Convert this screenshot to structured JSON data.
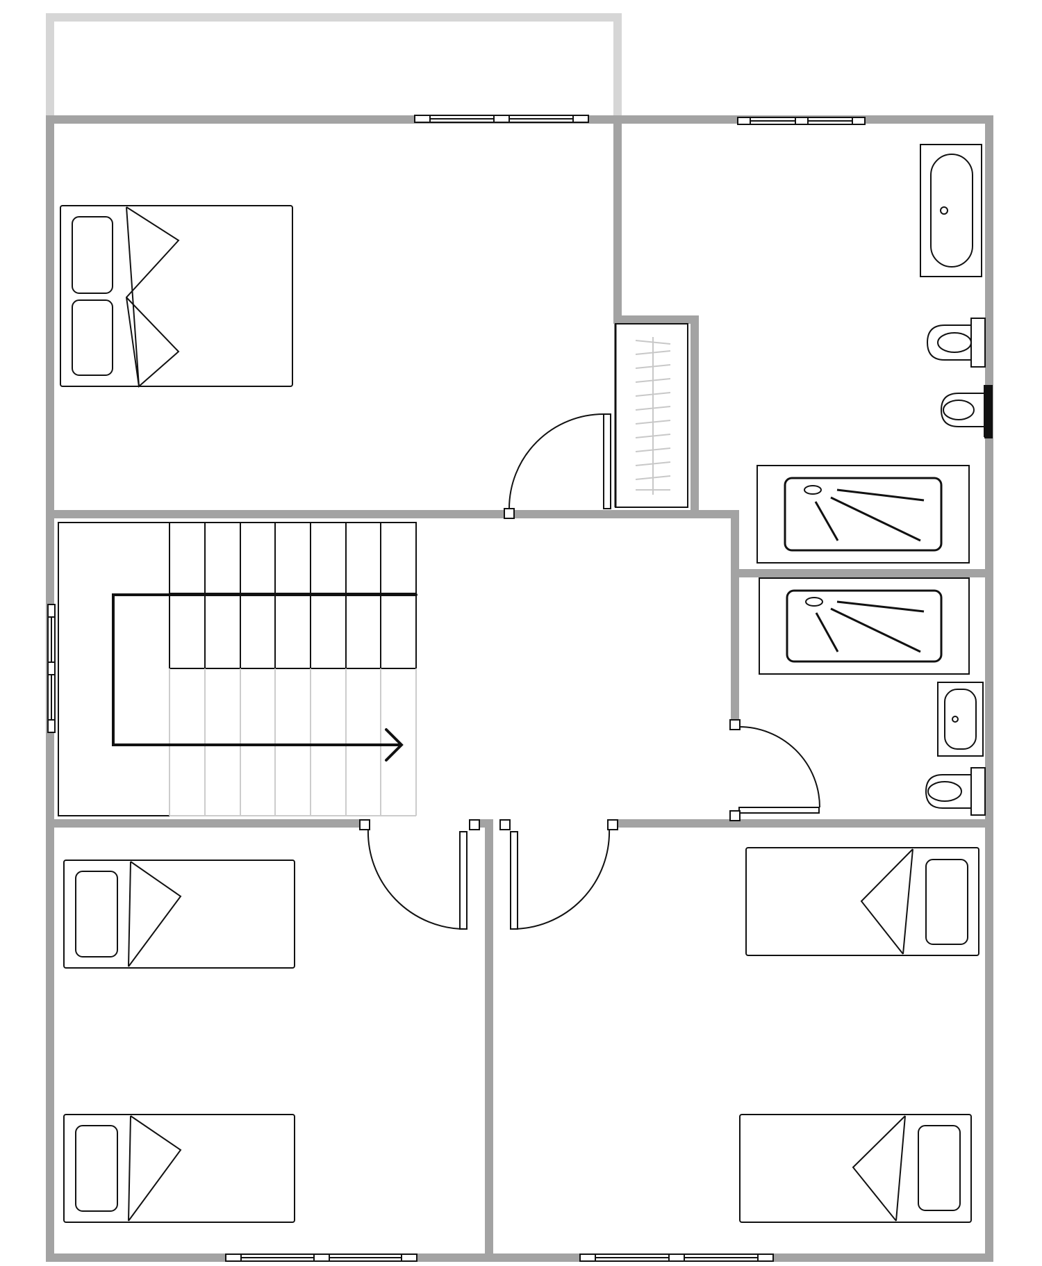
{
  "diagram": {
    "type": "floor-plan",
    "colors": {
      "wall": "#a3a3a3",
      "balcony": "#d6d6d6",
      "fixture": "#111111",
      "background": "#ffffff",
      "stair_light": "#cccccc",
      "wardrobe_hanger": "#c8c8c8"
    },
    "rooms": [
      {
        "id": "bedroom-master",
        "furniture": [
          "double-bed-icon",
          "wardrobe-icon"
        ]
      },
      {
        "id": "bathroom-main",
        "furniture": [
          "bathtub-icon",
          "toilet-icon",
          "toilet-icon",
          "shower-icon"
        ]
      },
      {
        "id": "ensuite",
        "furniture": [
          "shower-icon",
          "sink-icon",
          "toilet-icon"
        ]
      },
      {
        "id": "staircase",
        "furniture": [
          "stairs-icon",
          "direction-arrow-icon"
        ]
      },
      {
        "id": "landing",
        "furniture": []
      },
      {
        "id": "bedroom-bottom-left",
        "furniture": [
          "single-bed-icon",
          "single-bed-icon"
        ]
      },
      {
        "id": "bedroom-bottom-right",
        "furniture": [
          "single-bed-icon",
          "single-bed-icon"
        ]
      }
    ]
  }
}
